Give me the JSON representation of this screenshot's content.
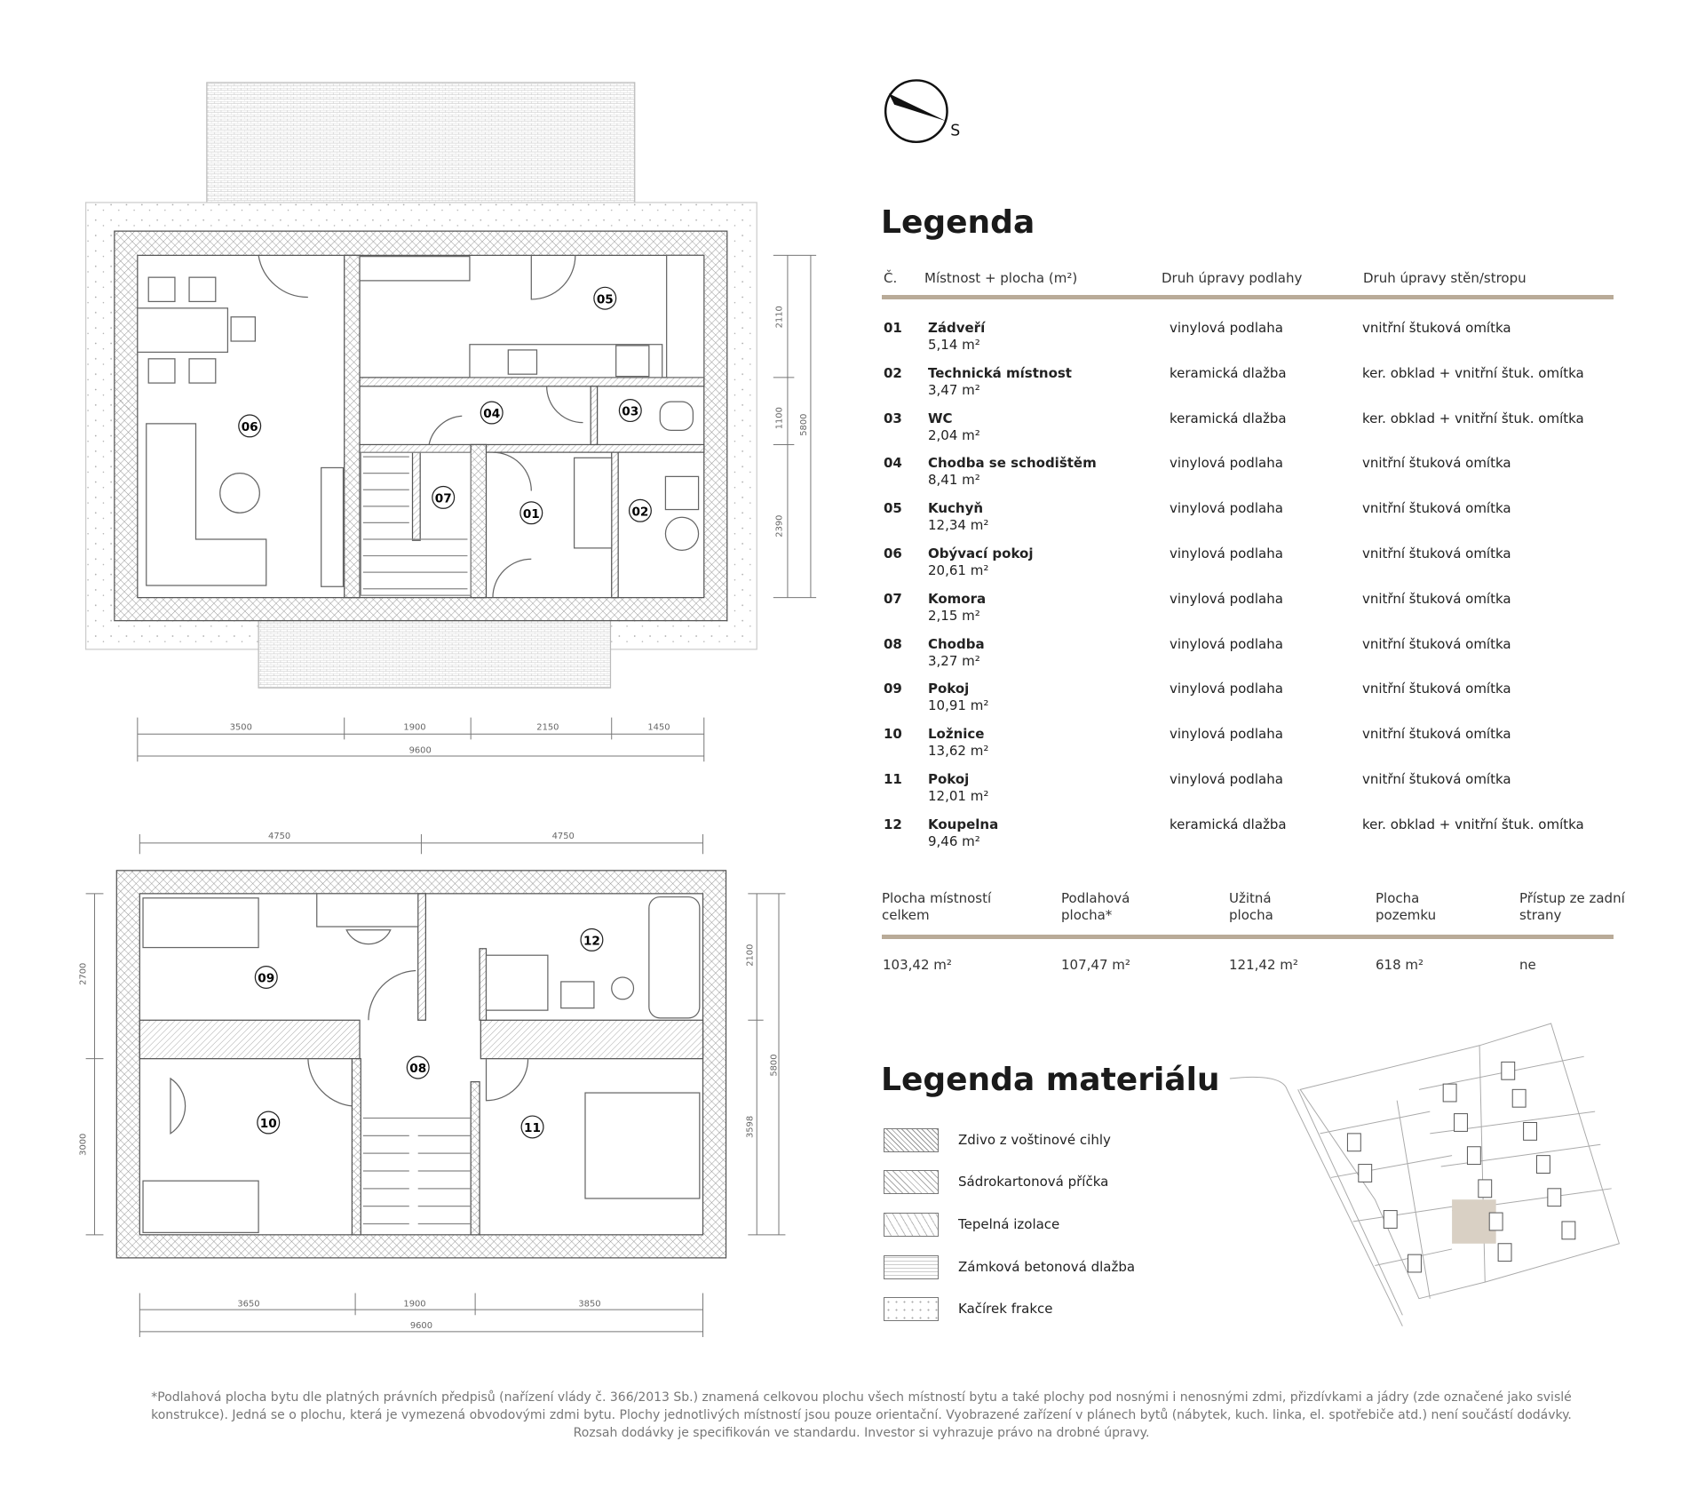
{
  "compass": {
    "label": "S"
  },
  "legend": {
    "title": "Legenda",
    "headers": [
      "Č.",
      "Místnost + plocha (m²)",
      "Druh úpravy podlahy",
      "Druh úpravy stěn/stropu"
    ],
    "rooms": [
      {
        "no": "01",
        "name": "Zádveří",
        "area": "5,14 m²",
        "floor": "vinylová podlaha",
        "walls": "vnitřní štuková omítka"
      },
      {
        "no": "02",
        "name": "Technická místnost",
        "area": "3,47 m²",
        "floor": "keramická dlažba",
        "walls": "ker. obklad + vnitřní štuk. omítka"
      },
      {
        "no": "03",
        "name": "WC",
        "area": "2,04 m²",
        "floor": "keramická dlažba",
        "walls": "ker. obklad + vnitřní štuk. omítka"
      },
      {
        "no": "04",
        "name": "Chodba se schodištěm",
        "area": "8,41 m²",
        "floor": "vinylová podlaha",
        "walls": "vnitřní štuková omítka"
      },
      {
        "no": "05",
        "name": "Kuchyň",
        "area": "12,34 m²",
        "floor": "vinylová podlaha",
        "walls": "vnitřní štuková omítka"
      },
      {
        "no": "06",
        "name": "Obývací pokoj",
        "area": "20,61 m²",
        "floor": "vinylová podlaha",
        "walls": "vnitřní štuková omítka"
      },
      {
        "no": "07",
        "name": "Komora",
        "area": "2,15 m²",
        "floor": "vinylová podlaha",
        "walls": "vnitřní štuková omítka"
      },
      {
        "no": "08",
        "name": "Chodba",
        "area": "3,27 m²",
        "floor": "vinylová podlaha",
        "walls": "vnitřní štuková omítka"
      },
      {
        "no": "09",
        "name": "Pokoj",
        "area": "10,91 m²",
        "floor": "vinylová podlaha",
        "walls": "vnitřní štuková omítka"
      },
      {
        "no": "10",
        "name": "Ložnice",
        "area": "13,62 m²",
        "floor": "vinylová podlaha",
        "walls": "vnitřní štuková omítka"
      },
      {
        "no": "11",
        "name": "Pokoj",
        "area": "12,01 m²",
        "floor": "vinylová podlaha",
        "walls": "vnitřní štuková omítka"
      },
      {
        "no": "12",
        "name": "Koupelna",
        "area": "9,46 m²",
        "floor": "keramická dlažba",
        "walls": "ker. obklad + vnitřní štuk. omítka"
      }
    ]
  },
  "summary": {
    "headers": [
      "Plocha místností celkem",
      "Podlahová plocha*",
      "Užitná plocha",
      "Plocha pozemku",
      "Přístup ze zadní strany"
    ],
    "values": [
      "103,42 m²",
      "107,47 m²",
      "121,42 m²",
      "618 m²",
      "ne"
    ]
  },
  "materials": {
    "title": "Legenda materiálu",
    "items": [
      "Zdivo z voštinové cihly",
      "Sádrokartonová příčka",
      "Tepelná izolace",
      "Zámková betonová dlažba",
      "Kačírek frakce"
    ]
  },
  "plans": {
    "ground": {
      "rooms": [
        "05",
        "06",
        "04",
        "03",
        "07",
        "01",
        "02"
      ],
      "dims_bottom": [
        "3500",
        "1900",
        "2150",
        "1450",
        "9600"
      ],
      "dims_right": [
        "2110",
        "1100",
        "5800",
        "2390"
      ]
    },
    "upper": {
      "rooms": [
        "09",
        "12",
        "08",
        "10",
        "11"
      ],
      "dims_top": [
        "4750",
        "4750"
      ],
      "dims_bottom": [
        "3650",
        "1900",
        "3850",
        "9600"
      ],
      "dims_left": [
        "2700",
        "3000"
      ],
      "dims_right": [
        "2100",
        "5800",
        "3598"
      ]
    }
  },
  "footnote": "*Podlahová plocha bytu dle platných právních předpisů (nařízení vlády č. 366/2013 Sb.) znamená celkovou plochu všech místností bytu a také plochy pod nosnými i nenosnými zdmi, přizdívkami a jádry (zde označené jako svislé konstrukce). Jedná se o plochu, která je vymezená obvodovými zdmi bytu. Plochy jednotlivých místností jsou pouze orientační. Vyobrazené zařízení v plánech bytů (nábytek, kuch. linka, el. spotřebiče atd.) není součástí dodávky. Rozsah dodávky je specifikován ve standardu. Investor si vyhrazuje právo na drobné úpravy.",
  "colors": {
    "accent_rule": "#b9ab98",
    "highlight_plot": "#d9d0c4"
  }
}
